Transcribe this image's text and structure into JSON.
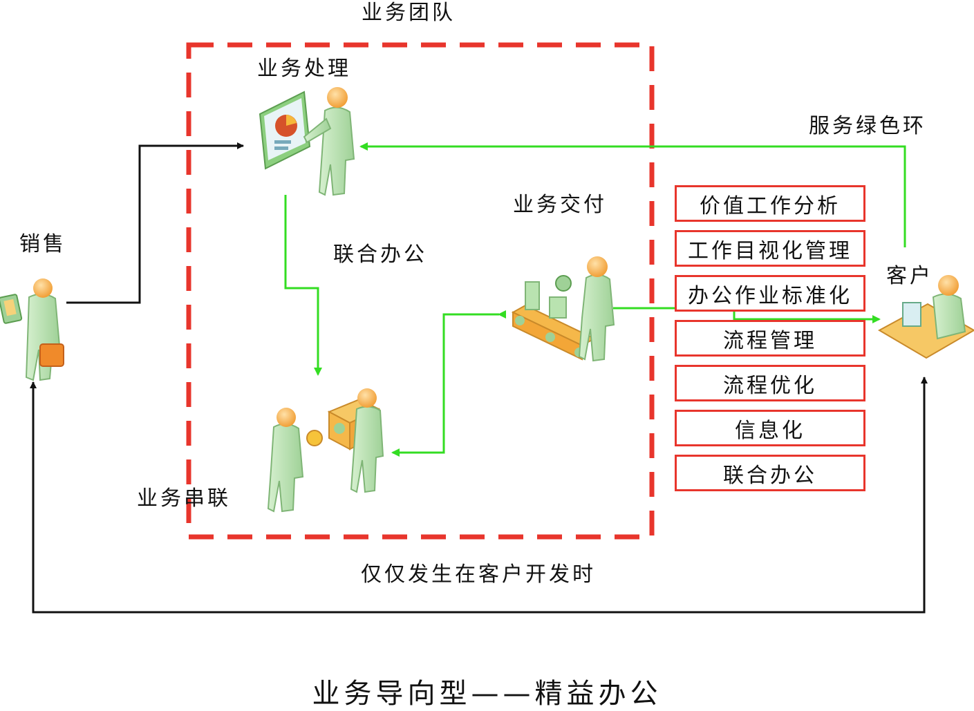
{
  "team_label": "业务团队",
  "labels": {
    "processing": "业务处理",
    "sales": "销售",
    "joint_office": "联合办公",
    "delivery": "业务交付",
    "chain": "业务串联",
    "service_loop": "服务绿色环",
    "customer": "客户",
    "only_when": "仅仅发生在客户开发时"
  },
  "methods": [
    "价值工作分析",
    "工作目视化管理",
    "办公作业标准化",
    "流程管理",
    "流程优化",
    "信息化",
    "联合办公"
  ],
  "title": "业务导向型——精益办公",
  "colors": {
    "dashed_border": "#e8352c",
    "green_flow": "#33dd22",
    "black_flow": "#111111",
    "figure": "#b8dfb0",
    "head": "#f5b35a"
  }
}
